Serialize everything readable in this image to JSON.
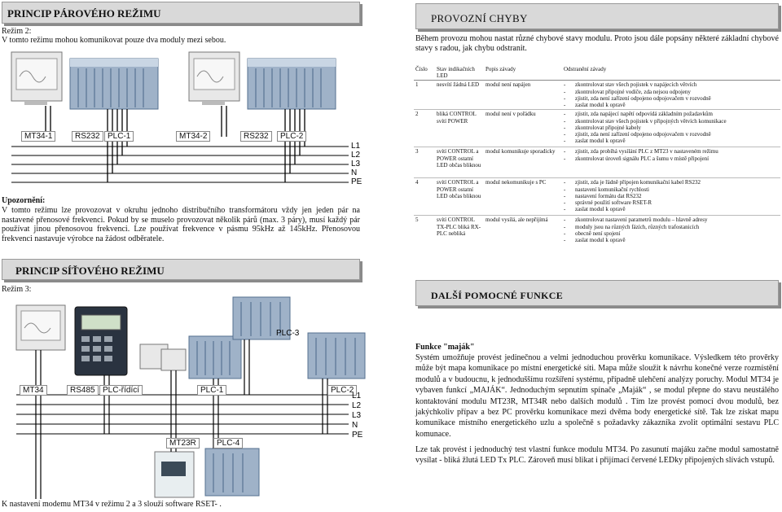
{
  "left": {
    "section1": {
      "title": "PRINCIP PÁROVÉHO REŽIMU",
      "mode": "Režim 2:",
      "intro": "V tomto režimu mohou komunikovat pouze dva moduly mezi sebou.",
      "diagram_labels": [
        "MT34-1",
        "RS232",
        "PLC-1",
        "MT34-2",
        "RS232",
        "PLC-2"
      ],
      "lines": [
        "L1",
        "L2",
        "L3",
        "N",
        "PE"
      ],
      "warning_title": "Upozornění:",
      "warning_text": "V tomto režimu lze provozovat v okruhu jednoho distribučního transformátoru vždy jen jeden pár na nastavené přenosové frekvenci. Pokud by se muselo provozovat několik párů (max. 3 páry), musí každý pár používat jinou přenosovou frekvenci. Lze používat frekvence v pásmu 95kHz až 145kHz. Přenosovou frekvenci nastavuje výrobce na žádost odběratele."
    },
    "section2": {
      "title": "PRINCIP SÍŤOVÉHO REŽIMU",
      "mode": "Režim 3:",
      "labels": {
        "plc3": "PLC-3",
        "mt34": "MT34",
        "rs485": "RS485",
        "plc_ridici": "PLC-řídící",
        "plc1": "PLC-1",
        "plc2": "PLC-2",
        "mt23r": "MT23R",
        "plc4": "PLC-4"
      },
      "lines": [
        "L1",
        "L2",
        "L3",
        "N",
        "PE"
      ],
      "footer": "K nastavení modemu MT34 v režimu 2 a 3 slouží software RSET- ."
    }
  },
  "right": {
    "errors": {
      "title": "PROVOZNÍ CHYBY",
      "intro": "Během provozu mohou nastat různé chybové stavy modulu. Proto jsou dále popsány některé základní chybové stavy s radou, jak chybu odstranit.",
      "columns": [
        "Číslo",
        "Stav indikačních LED",
        "Popis závady",
        "Odstranění závady"
      ],
      "rows": [
        {
          "num": "1",
          "state": "nesvítí žádná LED",
          "desc": "modul není napájen",
          "fix": [
            "zkontrolovat stav všech pojistek v napájecích větvích",
            "zkontrolovat připojné vodiče, zda nejsou odpojeny",
            "zjistit, zda není zařízení odpojeno odpojovačem v rozvodně",
            "zaslat modul k opravě"
          ]
        },
        {
          "num": "2",
          "state": "bliká CONTROL svítí POWER",
          "desc": "modul není v pořádku",
          "fix": [
            "zjistit, zda napájecí napětí odpovídá základním požadavkům",
            "zkontrolovat stav všech pojistek v připojných větvích komunikace",
            "zkontrolovat připojné kabely",
            "zjistit, zda není zařízení odpojeno odpojovačem v rozvodně",
            "zaslat modul k opravě"
          ]
        },
        {
          "num": "3",
          "state": "svítí CONTROL a POWER ostatní LED občas bliknou",
          "desc": "modul komunikuje sporadicky",
          "fix": [
            "zjistit, zda probíhá vysílání PLC z MT23 v nastaveném režimu",
            "zkontrolovat úroveň signálu PLC a šumu v místě připojení"
          ]
        },
        {
          "num": "4",
          "state": "svítí CONTROL a POWER ostatní LED občas bliknou",
          "desc": "modul nekomunikuje s PC",
          "fix": [
            "zjistit, zda je řádně připojen komunikační kabel RS232",
            "nastavení komunikační rychlosti",
            "nastavení formátu dat RS232",
            "správné použití software RSET-R",
            "zaslat modul k opravě"
          ]
        },
        {
          "num": "5",
          "state": "svítí CONTROL TX-PLC bliká RX-PLC nebliká",
          "desc": "modul vysílá, ale nepřijímá",
          "fix": [
            "zkontrolovat nastavení parametrů modulu – hlavně adresy",
            "moduly jsou na různých fázích, různých trafostanicích",
            "obecně není spojení",
            "zaslat modul k opravě"
          ]
        }
      ]
    },
    "functions": {
      "title": "DALŠÍ POMOCNÉ FUNKCE",
      "heading": "Funkce \"maják\"",
      "p1": "Systém umožňuje provést jedinečnou a velmi jednoduchou prověrku komunikace. Výsledkem této prověrky může být mapa komunikace po místní energetické síti. Mapa může sloužit k návrhu konečné verze rozmístění modulů a v budoucnu, k jednoduššímu rozšíření systému, případně ulehčení analýzy poruchy. Modul MT34 je vybaven funkcí „MAJÁK“. Jednoduchým sepnutím spínače „Maják“ , se modul přepne do stavu neustálého kontaktování modulu MT23R, MT34R nebo dalších modulů . Tím lze provést pomocí dvou modulů, bez jakýchkoliv přípav a bez PC prověrku komunikace mezi dvěma body energetické sítě. Tak lze získat mapu komunikace místního energetického uzlu a společně s požadavky zákazníka zvolit optimální sestavu PLC komunace.",
      "p2": "Lze tak provést i jednoduchý test vlastní funkce modulu MT34. Po zasunutí majáku začne modul samostatně vysílat - bliká žlutá LED Tx PLC. Zároveň musí blikat i přijímací červené LEDky připojených slívách vstupů."
    }
  }
}
